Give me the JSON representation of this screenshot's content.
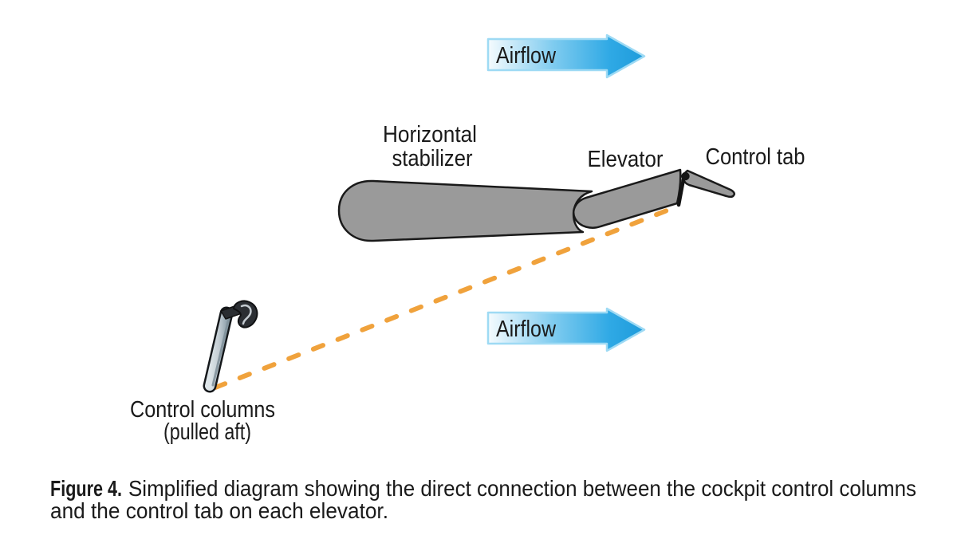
{
  "figure": {
    "airflow_top": {
      "label": "Airflow"
    },
    "airflow_bottom": {
      "label": "Airflow"
    },
    "labels": {
      "horizontal_stabilizer_line1": "Horizontal",
      "horizontal_stabilizer_line2": "stabilizer",
      "elevator": "Elevator",
      "control_tab": "Control tab",
      "control_columns_line1": "Control columns",
      "control_columns_line2": "(pulled aft)"
    },
    "caption": {
      "figure_number": "Figure 4.",
      "text_line1": "Simplified diagram showing the direct connection between the cockpit control columns",
      "text_line2": "and the control tab on each elevator."
    },
    "colors": {
      "arrow_blue_dark": "#1E9BDB",
      "arrow_blue_mid": "#7ECBEF",
      "arrow_blue_light": "#F5FBFE",
      "arrow_edge_light": "#9EDAF4",
      "surface_gray": "#9A9A9A",
      "outline_black": "#1A1A1A",
      "dash_orange": "#F0A23C",
      "column_shaft_gray": "#C3CDD3",
      "handle_dark": "#2B2E33",
      "text_black": "#1A1A1A"
    }
  }
}
